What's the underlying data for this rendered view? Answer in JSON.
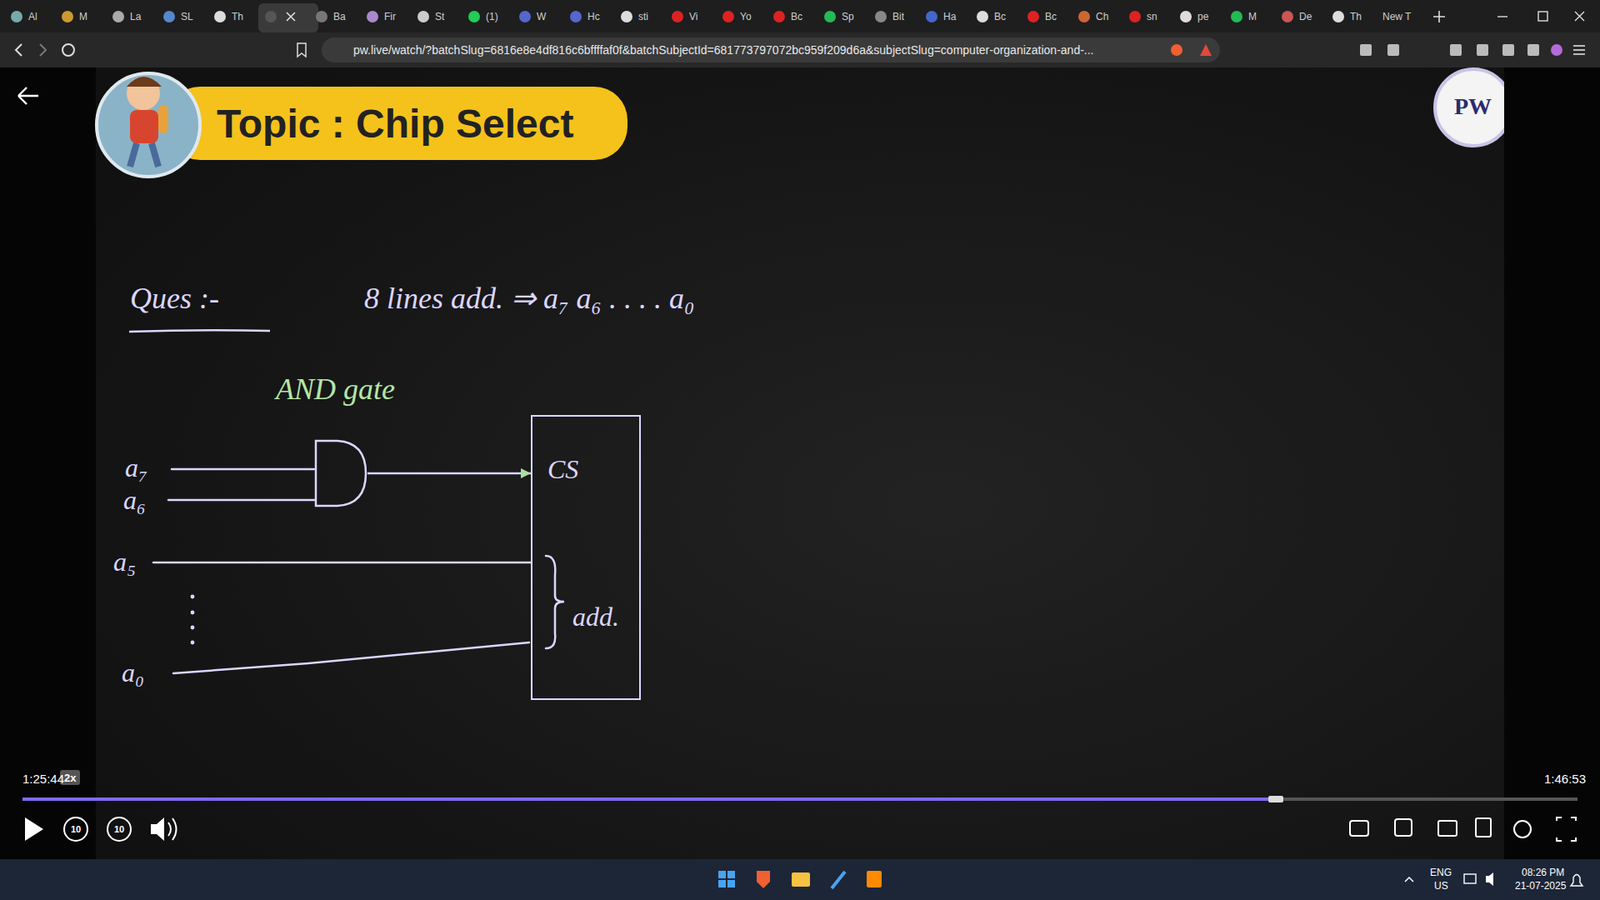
{
  "diagram": {
    "title": "Topic : Chip Select",
    "nodes": [
      {
        "text": [
          "AND gate"
        ]
      },
      {
        "text": [
          "CS",
          "add."
        ]
      }
    ],
    "edges": [
      {
        "from": 0,
        "to": 1,
        "arrow": "to"
      }
    ],
    "labels": [
      "Al",
      "M",
      "La",
      "SL",
      "Th",
      "Ba",
      "Fir",
      "St",
      "(1)",
      "W",
      "Hc",
      "sti",
      "Vi",
      "Yo",
      "Bc",
      "Sp",
      "Bit",
      "Ha",
      "Bc",
      "Bc",
      "Ch",
      "sn",
      "pe",
      "M",
      "De",
      "Th",
      "New T",
      "pw.live/watch/?batchSlug=6816e8e4df816c6bffffaf0f&batchSubjectId=681773797072bc959f209d6a&subjectSlug=computer-organization-and-...",
      "Ques :-",
      "8 lines add. ⇒ a₇ a₆ . . . . a₀",
      "a₇",
      "a₆",
      "a₅",
      "a₀",
      "PW",
      "1:25:44",
      "2x",
      "1:46:53",
      "10",
      "10",
      "ENG",
      "US",
      "08:26 PM",
      "21-07-2025"
    ]
  }
}
